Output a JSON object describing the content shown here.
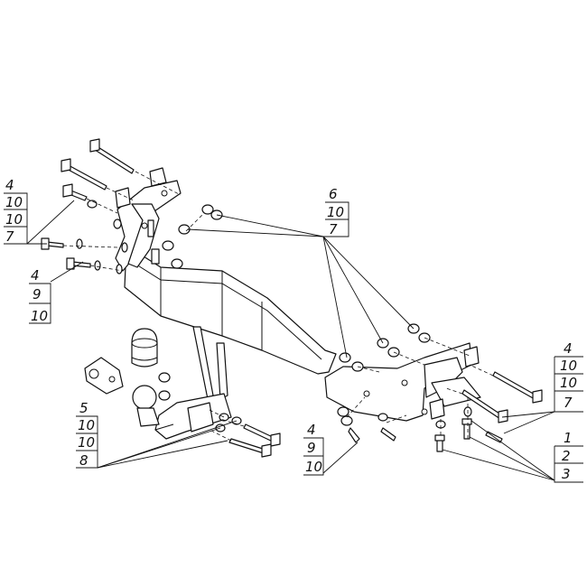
{
  "diagram": {
    "callouts": [
      {
        "id": "left-top",
        "values": [
          "4",
          "10",
          "10",
          "7"
        ]
      },
      {
        "id": "left-mid",
        "values": [
          "4",
          "9",
          "10"
        ]
      },
      {
        "id": "left-bottom",
        "values": [
          "5",
          "10",
          "10",
          "8"
        ]
      },
      {
        "id": "center-top",
        "values": [
          "6",
          "10",
          "7"
        ]
      },
      {
        "id": "center-bottom",
        "values": [
          "4",
          "9",
          "10"
        ]
      },
      {
        "id": "right-top",
        "values": [
          "4",
          "10",
          "10",
          "7"
        ]
      },
      {
        "id": "right-bottom",
        "values": [
          "1",
          "2",
          "3"
        ]
      }
    ]
  }
}
